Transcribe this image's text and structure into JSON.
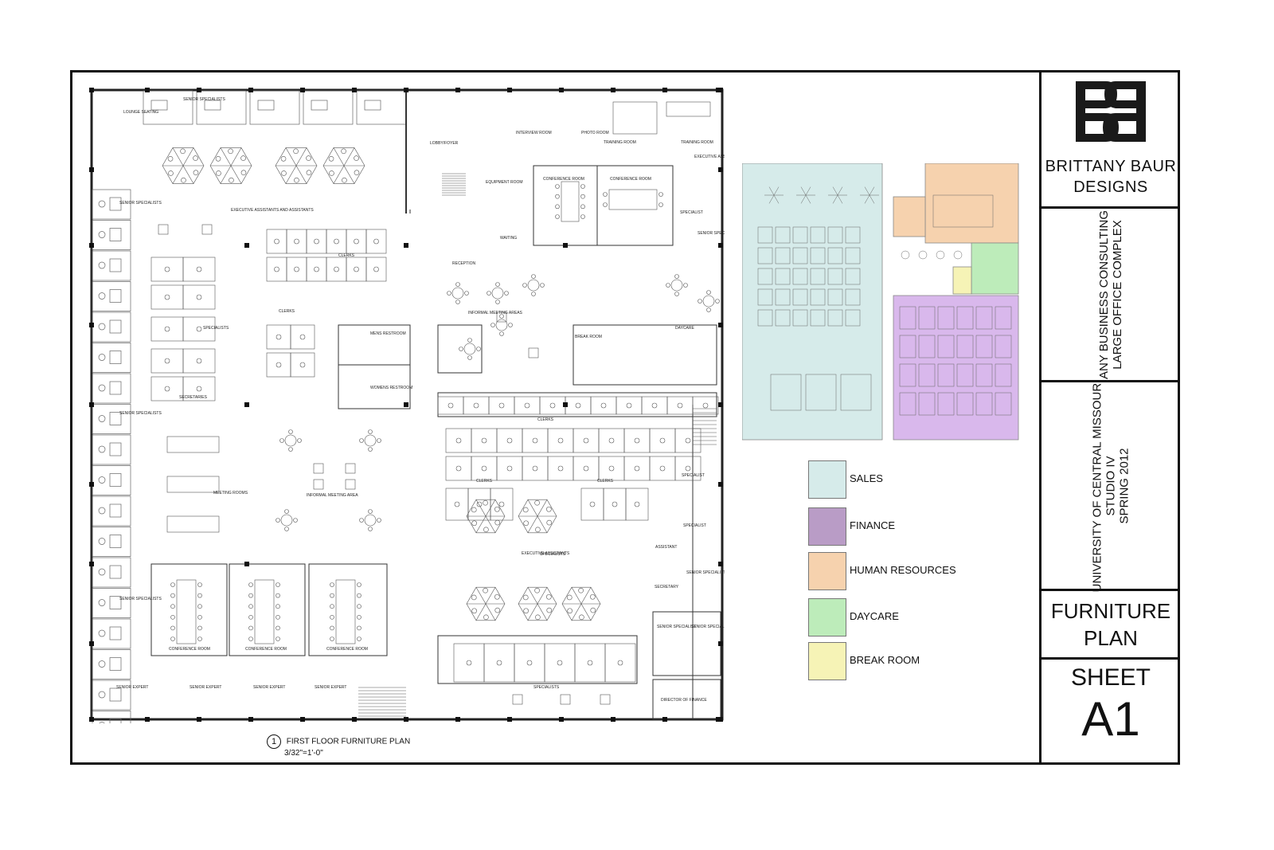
{
  "title_block": {
    "company_line1": "BRITTANY BAUR",
    "company_line2": "DESIGNS",
    "project_line1": "ANY BUSINESS CONSULTING",
    "project_line2": "LARGE OFFICE COMPLEX",
    "school_line1": "UNIVERSITY OF CENTRAL MISSOURI",
    "school_line2": "STUDIO IV",
    "school_line3": "SPRING 2012",
    "sheet_title_line1": "FURNITURE",
    "sheet_title_line2": "PLAN",
    "sheet_label": "SHEET",
    "sheet_number": "A1"
  },
  "legend": [
    {
      "label": "SALES",
      "color": "#d6ebea"
    },
    {
      "label": "FINANCE",
      "color": "#b99cc6"
    },
    {
      "label": "HUMAN RESOURCES",
      "color": "#f6d2ae"
    },
    {
      "label": "DAYCARE",
      "color": "#bdecba"
    },
    {
      "label": "BREAK ROOM",
      "color": "#f6f3b6"
    }
  ],
  "plan_caption": {
    "number": "1",
    "title": "FIRST FLOOR FURNITURE PLAN",
    "scale": "3/32\"=1'-0\""
  },
  "room_labels": {
    "lounge": "LOUNGE SEATING",
    "senior_specialists": "SENIOR SPECIALISTS",
    "senior_specialists_2": "SENIOR SPECIALISTS",
    "senior_specialists_3": "SENIOR SPECIALISTS",
    "senior_specialists_4": "SENIOR SPECIALISTS",
    "exec_assistants": "EXECUTIVE ASSISTANTS AND ASSISTANTS",
    "clerks_1": "CLERKS",
    "clerks_2": "CLERKS",
    "clerks_3": "CLERKS",
    "clerks_4": "CLERKS",
    "clerks_5": "CLERKS",
    "specialists_1": "SPECIALISTS",
    "specialists_2": "SPECIALISTS",
    "secretaries": "SECRETARIES",
    "mens_restroom": "MENS RESTROOM",
    "womens_restroom": "WOMENS RESTROOM",
    "meeting_rooms": "MEETING ROOMS",
    "informal_meeting_area": "INFORMAL MEETING AREA",
    "informal_meeting_areas": "INFORMAL MEETING AREAS",
    "conference_room_1": "CONFERENCE ROOM",
    "conference_room_2": "CONFERENCE ROOM",
    "conference_room_3": "CONFERENCE ROOM",
    "conference_room_4": "CONFERENCE ROOM",
    "conference_room_5": "CONFERENCE ROOM",
    "senior_expert_1": "SENIOR EXPERT",
    "senior_expert_2": "SENIOR EXPERT",
    "senior_expert_3": "SENIOR EXPERT",
    "senior_expert_4": "SENIOR EXPERT",
    "lobby": "LOBBY/FOYER",
    "interview_room": "INTERVIEW ROOM",
    "photo_room": "PHOTO ROOM",
    "training_room_1": "TRAINING ROOM",
    "training_room_2": "TRAINING ROOM",
    "equipment_room": "EQUIPMENT ROOM",
    "waiting": "WAITING",
    "reception": "RECEPTION",
    "executive_assistant": "EXECUTIVE ASSISTANT",
    "specialist_1": "SPECIALIST",
    "specialist_2": "SPECIALIST",
    "specialist_3": "SPECIALIST",
    "senior_specialist_1": "SENIOR SPECIALIST",
    "senior_specialist_2": "SENIOR SPECIALIST",
    "senior_specialist_3": "SENIOR SPECIALIST",
    "senior_specialist_4": "SENIOR SPECIALIST",
    "break_room": "BREAK ROOM",
    "daycare": "DAYCARE",
    "executive_assistants": "EXECUTIVE ASSISTANTS",
    "assistant": "ASSISTANT",
    "secretary": "SECRETARY",
    "director_finance": "DIRECTOR OF FINANCE",
    "specialists_bottom": "SPECIALISTS"
  }
}
